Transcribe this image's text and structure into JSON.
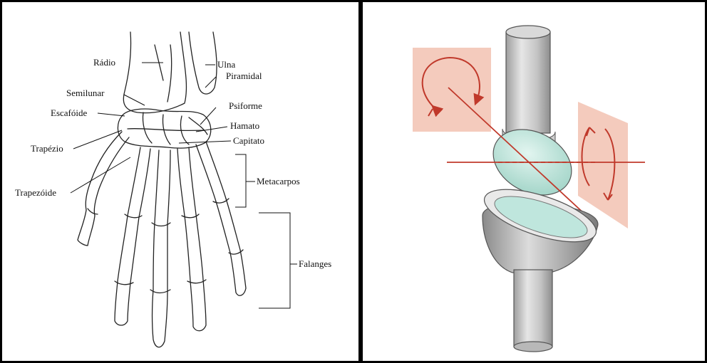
{
  "left_panel": {
    "labels": {
      "radio": "Rádio",
      "ulna": "Ulna",
      "piramidal": "Piramidal",
      "semilunar": "Semilunar",
      "psiforme": "Psiforme",
      "escafoide": "Escafóide",
      "hamato": "Hamato",
      "capitato": "Capitato",
      "trapezio": "Trapézio",
      "metacarpos": "Metacarpos",
      "trapezoide": "Trapezóide",
      "falanges": "Falanges"
    }
  },
  "right_panel": {
    "colors": {
      "plane": "#f3c9bb",
      "axis": "#c0392b",
      "cartilage": "#bfe6dd",
      "shaft": "#d0d0d0"
    }
  }
}
